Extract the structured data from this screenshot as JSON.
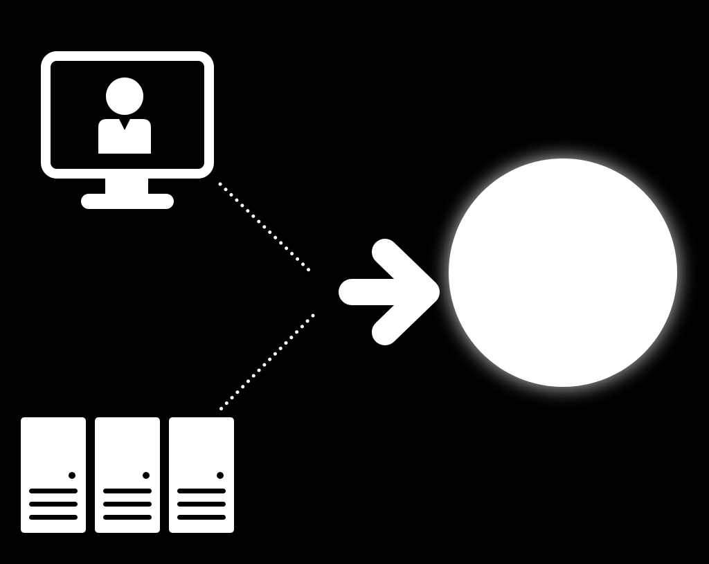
{
  "diagram": {
    "nodes": [
      {
        "id": "user-monitor",
        "icon": "monitor-user-icon"
      },
      {
        "id": "server-rack",
        "icon": "server-rack-icon",
        "units": 3
      },
      {
        "id": "destination",
        "icon": "glowing-circle-icon"
      }
    ],
    "connectors": [
      {
        "from": "user-monitor",
        "to": "destination",
        "style": "dotted"
      },
      {
        "from": "server-rack",
        "to": "destination",
        "style": "dotted"
      }
    ],
    "arrow": {
      "icon": "arrow-right-icon"
    }
  },
  "colors": {
    "background": "#000000",
    "foreground": "#ffffff",
    "glow": "#ffffff"
  }
}
